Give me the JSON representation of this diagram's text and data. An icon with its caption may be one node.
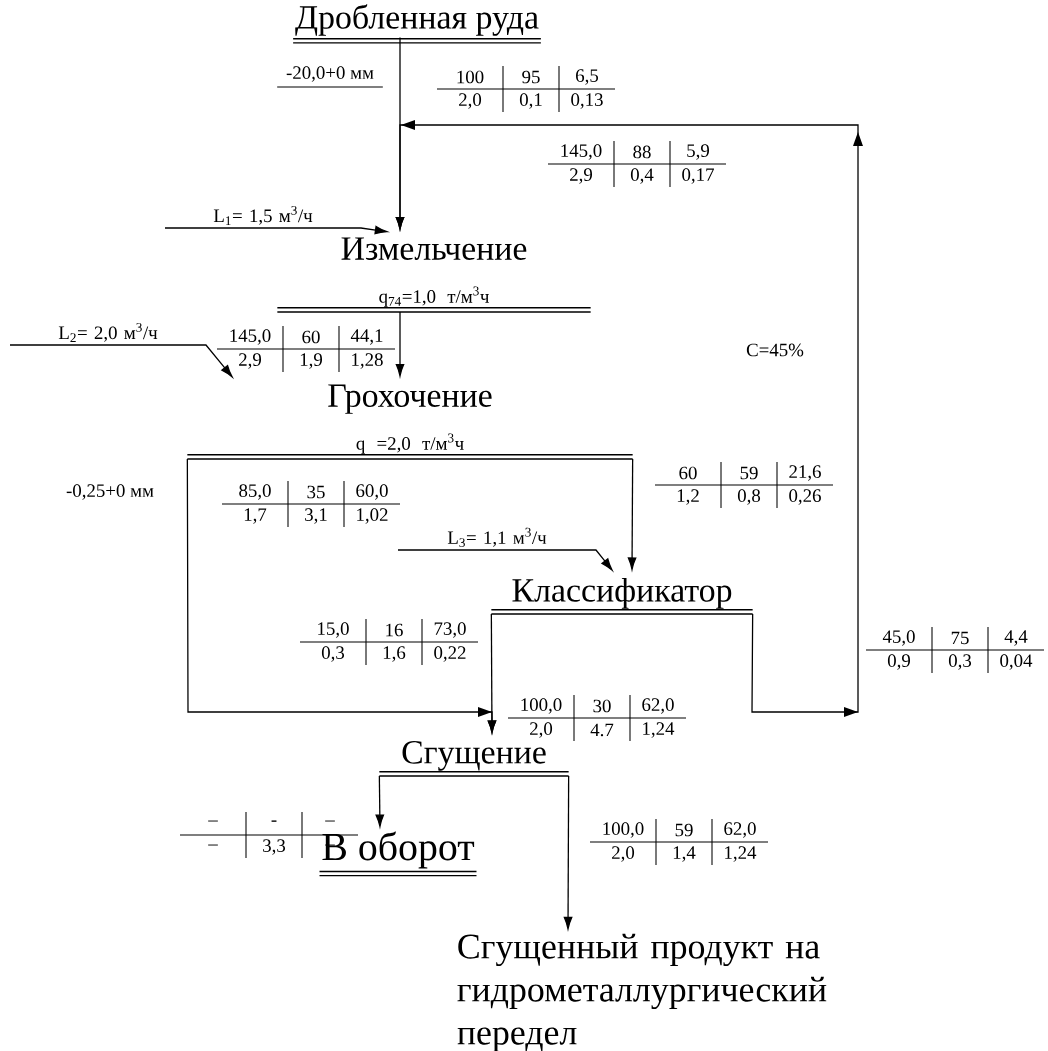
{
  "diagram": {
    "nodes": [
      {
        "text": [
          "Дробленная руда"
        ]
      },
      {
        "text": [
          "Измельчение",
          "q$_{74}$=1,0 т/м$^{3}$ч"
        ]
      },
      {
        "text": [
          "Грохочение",
          "q =2,0 т/м$^{3}$ч"
        ]
      },
      {
        "text": [
          "Классификатор"
        ]
      },
      {
        "text": [
          "Сгущение"
        ]
      },
      {
        "text": [
          "В оборот"
        ]
      },
      {
        "text": [
          "Сгущенный продукт на гидрометаллургический передел"
        ]
      },
      {
        "text": [
          "L$_{1}$= 1,5 м$^{3}$/ч"
        ]
      },
      {
        "text": [
          "L$_{2}$= 2,0 м$^{3}$/ч"
        ]
      },
      {
        "text": [
          "L$_{3}$= 1,1 м$^{3}$/ч"
        ]
      }
    ],
    "edges": [
      {
        "from": 0,
        "to": 1,
        "arrow": "to"
      },
      {
        "from": 3,
        "to": 1,
        "arrow": "to"
      },
      {
        "from": 1,
        "to": 2,
        "arrow": "to"
      },
      {
        "from": 2,
        "to": 3,
        "arrow": "to"
      },
      {
        "from": 2,
        "to": 4,
        "arrow": "to"
      },
      {
        "from": 3,
        "to": 4,
        "arrow": "to"
      },
      {
        "from": 4,
        "to": 5,
        "arrow": "to"
      },
      {
        "from": 4,
        "to": 6,
        "arrow": "to"
      },
      {
        "from": 7,
        "to": 1,
        "arrow": "to"
      },
      {
        "from": 8,
        "to": 2,
        "arrow": "to"
      },
      {
        "from": 9,
        "to": 3,
        "arrow": "to"
      }
    ],
    "labels": [
      "-20,0+0 мм",
      "100",
      "95",
      "6,5",
      "2,0",
      "0,1",
      "0,13",
      "145,0",
      "88",
      "5,9",
      "2,9",
      "0,4",
      "0,17",
      "145,0",
      "60",
      "44,1",
      "2,9",
      "1,9",
      "1,28",
      "C=45%",
      "-0,25+0 мм",
      "85,0",
      "35",
      "60,0",
      "1,7",
      "3,1",
      "1,02",
      "60",
      "59",
      "21,6",
      "1,2",
      "0,8",
      "0,26",
      "15,0",
      "16",
      "73,0",
      "0,3",
      "1,6",
      "0,22",
      "45,0",
      "75",
      "4,4",
      "0,9",
      "0,3",
      "0,04",
      "100,0",
      "30",
      "62,0",
      "2,0",
      "4.7",
      "1,24",
      "–",
      "-",
      "–",
      "–",
      "3,3",
      "–",
      "100,0",
      "59",
      "62,0",
      "2,0",
      "1,4",
      "1,24"
    ]
  }
}
